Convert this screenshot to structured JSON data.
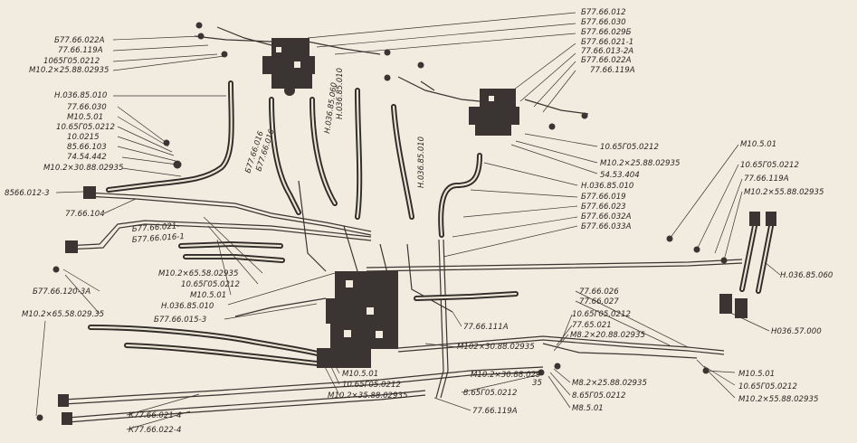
{
  "labels": {
    "l01": "Б77.66.012",
    "l02": "Б77.66.030",
    "l03": "Б77.66.029Б",
    "l04": "Б77.66.021-1",
    "l05": "77.66.013-2А",
    "l06": "Б77.66.022А",
    "l07": "77.66.119А",
    "l08": "Б77.66.022А",
    "l09": "77.66.119А",
    "l10": "1065Г05.0212",
    "l11": "М10.2×25.88.02935",
    "l12": "Н.036.85.010",
    "l13": "77.66.030",
    "l14": "М10.5.01",
    "l15": "10.65Г05.0212",
    "l16": "10.0215",
    "l17": "85.66.103",
    "l18": "74.54.442",
    "l19": "М10.2×30.88.02935",
    "l20": "8566.012-3",
    "l21": "77.66.104",
    "l22": "10.65Г05.0212",
    "l23": "М10.2×25.88.02935",
    "l24": "54.53.404",
    "l25": "Н.036.85.010",
    "l26": "Б77.66.019",
    "l27": "Б77.66.023",
    "l28": "Б77.66.032А",
    "l29": "Б77.66.033А",
    "l30": "М10.5.01",
    "l31": "10.65Г05.0212",
    "l32": "77.66.119А",
    "l33": "М10.2×55.88.02935",
    "l34": "Н.036.85.060",
    "l35": "М10.2×65.58.02935",
    "l36": "10.65Г05.0212",
    "l37": "М10.5.01",
    "l38": "Н.036.85.010",
    "l39": "Б77.66.120-3А",
    "l40": "М10.2×65.58.029.35",
    "l41": "Б77.66.015-3",
    "l42": "77.66.111А",
    "l43": "М102×30.88.02935",
    "l44": "77.66.026",
    "l45": "77.66.027",
    "l46": "10.65Г05.0212",
    "l47": "77.65.021",
    "l48": "М8.2×20.88.02935",
    "l49": "Н036.57.000",
    "l50": "М10.5.01",
    "l51": "10.65Г05.0212",
    "l52": "М10.2×35.88.02935",
    "l53": "М10.2×30.88.029",
    "l54": "35",
    "l55": "8.65Г05.0212",
    "l56": "М8.2×25.88.02935",
    "l57": "8.65Г05.0212",
    "l58": "М8.5.01",
    "l59": "77.66.119А",
    "l60": "К77.66.021-4",
    "l61": "К77.66.022-4",
    "l62": "М10.5.01",
    "l63": "10.65Г05.0212",
    "l64": "М10.2×55.88.02935",
    "v1": "Н.036.85.060",
    "v2": "Н.036.85.010",
    "v3": "Н.036.85.010",
    "v4": "Б77.66.016",
    "v5": "Б77.66.016",
    "s1": "Б77.66.021-",
    "s2": "Б77.66.016-1"
  },
  "colors": {
    "paper": "#f1ecdf",
    "ink": "#2f2b28"
  }
}
